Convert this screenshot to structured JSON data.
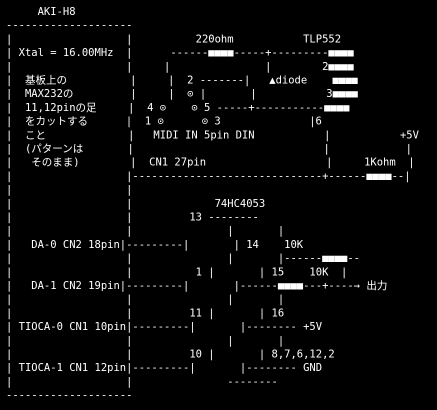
{
  "diagram": {
    "title": "AKI-H8",
    "colors": {
      "background": "#000000",
      "foreground": "#ffffff"
    },
    "lines": [
      "     AKI-H8",
      "--------------------",
      "|                  |          220ohm           TLP552",
      "| Xtal = 16.00MHz  |      ------■■■■-----+---------■■■■",
      "|                  |     |               |        2■■■■",
      "|  基板上の          |     |  2 -------|   ▲diode    ■■■■",
      "|  MAX232の         |     |  ⊙ |       |           3■■■■",
      "|  11,12pinの足     |  4 ⊙    ⊙ 5 -----+-----------■■■■",
      "|  をカットする      |  1 ⊙      ⊙ 3              |6",
      "|  こと             |   MIDI IN 5pin DIN           |           +5V",
      "|  (パターンは       |                              |            |",
      "|   そのまま)        |  CN1 27pin                   |     1Kohm  |",
      "|                  |------------------------------+------■■■■--|",
      "|                  |",
      "|                  |             74HC4053",
      "|                  |         13 --------",
      "|                  |               |       |",
      "|   DA-0 CN2 18pin|---------|       | 14    10K",
      "|                  |               |       |------■■■■--",
      "|                  |          1 |       | 15    10K  |",
      "|   DA-1 CN2 19pin|---------|       |------■■■■---+----→ 出力",
      "|                  |               |       |",
      "|                  |         11 |       | 16",
      "| TIOCA-0 CN1 10pin|---------|       |-------- +5V",
      "|                  |               |       |",
      "|                  |         10 |       | 8,7,6,12,2",
      "| TIOCA-1 CN1 12pin|---------|       |-------- GND",
      "|                  |               --------",
      "--------------------"
    ]
  }
}
